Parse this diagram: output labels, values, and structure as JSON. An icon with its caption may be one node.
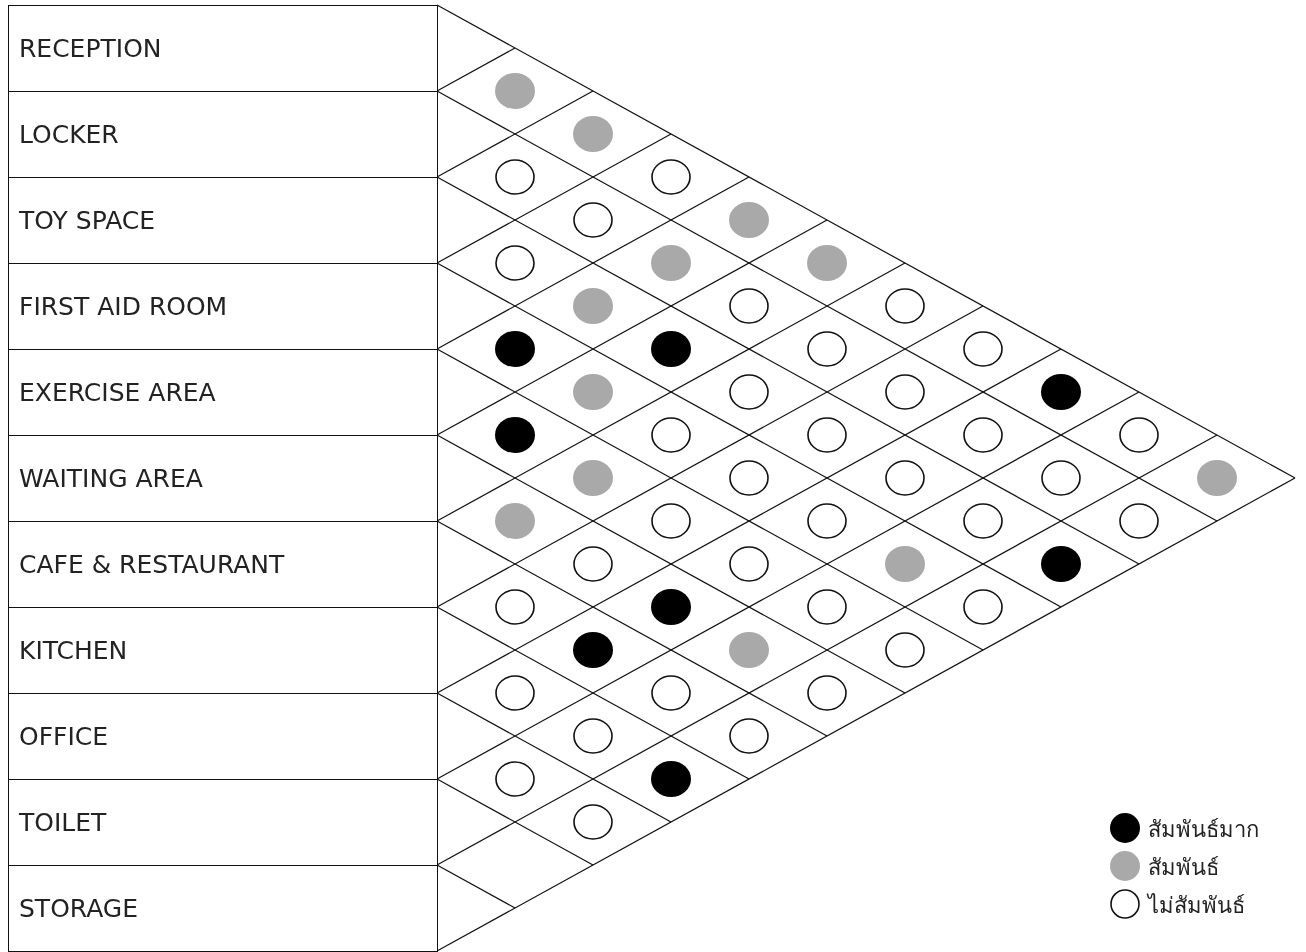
{
  "diagram": {
    "nodes": [
      {
        "text": [
          "RECEPTION"
        ]
      },
      {
        "text": [
          "LOCKER"
        ]
      },
      {
        "text": [
          "TOY SPACE"
        ]
      },
      {
        "text": [
          "FIRST AID ROOM"
        ]
      },
      {
        "text": [
          "EXERCISE AREA"
        ]
      },
      {
        "text": [
          "WAITING AREA"
        ]
      },
      {
        "text": [
          "CAFE & RESTAURANT"
        ]
      },
      {
        "text": [
          "KITCHEN"
        ]
      },
      {
        "text": [
          "OFFICE"
        ]
      },
      {
        "text": [
          "TOILET"
        ]
      },
      {
        "text": [
          "STORAGE"
        ]
      },
      {
        "text": [],
        "shape": "disc"
      },
      {
        "text": [],
        "shape": "disc"
      },
      {
        "text": [],
        "shape": "circle"
      },
      {
        "text": [],
        "shape": "circle"
      },
      {
        "text": [],
        "shape": "circle"
      },
      {
        "text": [],
        "shape": "disc"
      },
      {
        "text": [],
        "shape": "circle"
      },
      {
        "text": [],
        "shape": "disc"
      },
      {
        "text": [],
        "shape": "disc"
      },
      {
        "text": [],
        "shape": "disc"
      },
      {
        "text": [],
        "shape": "circle"
      },
      {
        "text": [],
        "shape": "circle"
      },
      {
        "text": [],
        "shape": "dot"
      },
      {
        "text": [],
        "shape": "dot"
      },
      {
        "text": [],
        "shape": "circle"
      },
      {
        "text": [],
        "shape": "circle"
      },
      {
        "text": [],
        "shape": "disc"
      },
      {
        "text": [],
        "shape": "circle"
      },
      {
        "text": [],
        "shape": "circle"
      },
      {
        "text": [],
        "shape": "dot"
      },
      {
        "text": [],
        "shape": "dot"
      },
      {
        "text": [],
        "shape": "circle"
      },
      {
        "text": [],
        "shape": "circle"
      },
      {
        "text": [],
        "shape": "circle"
      },
      {
        "text": [],
        "shape": "circle"
      },
      {
        "text": [],
        "shape": "disc"
      },
      {
        "text": [],
        "shape": "circle"
      },
      {
        "text": [],
        "shape": "circle"
      },
      {
        "text": [],
        "shape": "circle"
      },
      {
        "text": [],
        "shape": "disc"
      },
      {
        "text": [],
        "shape": "disc"
      },
      {
        "text": [],
        "shape": "circle"
      },
      {
        "text": [],
        "shape": "circle"
      },
      {
        "text": [],
        "shape": "circle"
      },
      {
        "text": [],
        "shape": "circle"
      },
      {
        "text": [],
        "shape": "circle"
      },
      {
        "text": [],
        "shape": "circle"
      },
      {
        "text": [],
        "shape": "disc"
      },
      {
        "text": [],
        "shape": "dot"
      },
      {
        "text": [],
        "shape": "circle"
      },
      {
        "text": [],
        "shape": "dot"
      },
      {
        "text": [],
        "shape": "circle"
      },
      {
        "text": [],
        "shape": "circle"
      },
      {
        "text": [],
        "shape": "dot"
      },
      {
        "text": [],
        "shape": "disc"
      },
      {
        "text": [],
        "shape": "circle"
      },
      {
        "text": [],
        "shape": "circle"
      },
      {
        "text": [],
        "shape": "circle"
      },
      {
        "text": [],
        "shape": "circle"
      },
      {
        "text": [],
        "shape": "circle"
      },
      {
        "text": [],
        "shape": "circle"
      },
      {
        "text": [],
        "shape": "circle"
      },
      {
        "text": [],
        "shape": "dot"
      },
      {
        "text": [],
        "shape": "circle"
      }
    ],
    "legend": [
      {
        "text": "สัมพันธ์มาก",
        "color": "#000000"
      },
      {
        "text": "สัมพันธ์",
        "color": "#a9a9a9"
      },
      {
        "text": "ไม่สัมพันธ์"
      }
    ]
  }
}
